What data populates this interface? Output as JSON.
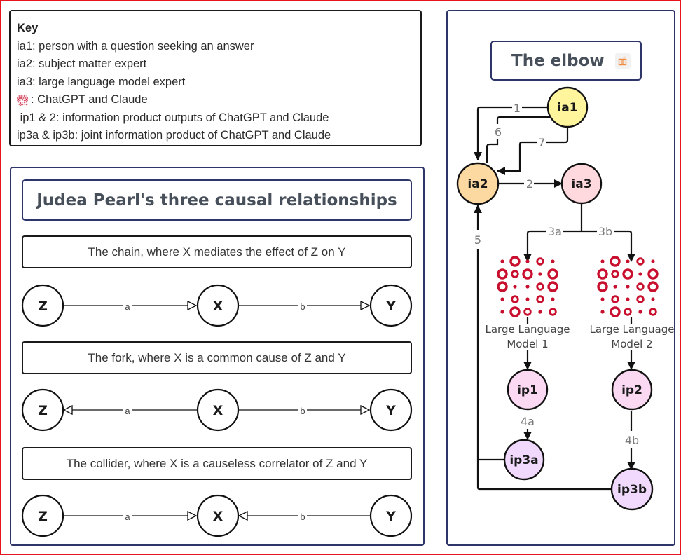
{
  "key": {
    "title": "Key",
    "lines": [
      "ia1: person with a question seeking an answer",
      "ia2: subject matter expert",
      "ia3: large language model expert",
      ": ChatGPT and Claude",
      " ip1 & 2: information product outputs of ChatGPT and Claude",
      "ip3a & ip3b: joint information product of ChatGPT and Claude"
    ],
    "llm_icon": "llm-dot-grid-icon"
  },
  "pearl": {
    "title": "Judea Pearl's three causal relationships",
    "diagrams": [
      {
        "caption": "The chain, where X mediates the effect of Z on Y",
        "nodes": [
          "Z",
          "X",
          "Y"
        ],
        "edges": [
          {
            "label": "a",
            "direction": "Z->X"
          },
          {
            "label": "b",
            "direction": "X->Y"
          }
        ]
      },
      {
        "caption": "The fork, where X is a common cause of Z and Y",
        "nodes": [
          "Z",
          "X",
          "Y"
        ],
        "edges": [
          {
            "label": "a",
            "direction": "X->Z"
          },
          {
            "label": "b",
            "direction": "X->Y"
          }
        ]
      },
      {
        "caption": "The collider, where X is a causeless correlator of Z and Y",
        "nodes": [
          "Z",
          "X",
          "Y"
        ],
        "edges": [
          {
            "label": "a",
            "direction": "Z->X"
          },
          {
            "label": "b",
            "direction": "Y->X"
          }
        ]
      }
    ]
  },
  "elbow": {
    "title": "The elbow",
    "export_icon": "export-icon",
    "nodes": {
      "ia1": {
        "label": "ia1",
        "color": "#fff59d"
      },
      "ia2": {
        "label": "ia2",
        "color": "#fcd9a0"
      },
      "ia3": {
        "label": "ia3",
        "color": "#ffd9dd"
      },
      "ip1": {
        "label": "ip1",
        "color": "#fcd9f2"
      },
      "ip2": {
        "label": "ip2",
        "color": "#fcd9f2"
      },
      "ip3a": {
        "label": "ip3a",
        "color": "#f0d9fc"
      },
      "ip3b": {
        "label": "ip3b",
        "color": "#f0d9fc"
      }
    },
    "llm1_label": [
      "Large Language",
      "Model 1"
    ],
    "llm2_label": [
      "Large Language",
      "Model 2"
    ],
    "edge_labels": {
      "e1": "1",
      "e2": "2",
      "e3a": "3a",
      "e3b": "3b",
      "e4a": "4a",
      "e4b": "4b",
      "e5": "5",
      "e6": "6",
      "e7": "7"
    },
    "llm_color": "#c8102e"
  }
}
